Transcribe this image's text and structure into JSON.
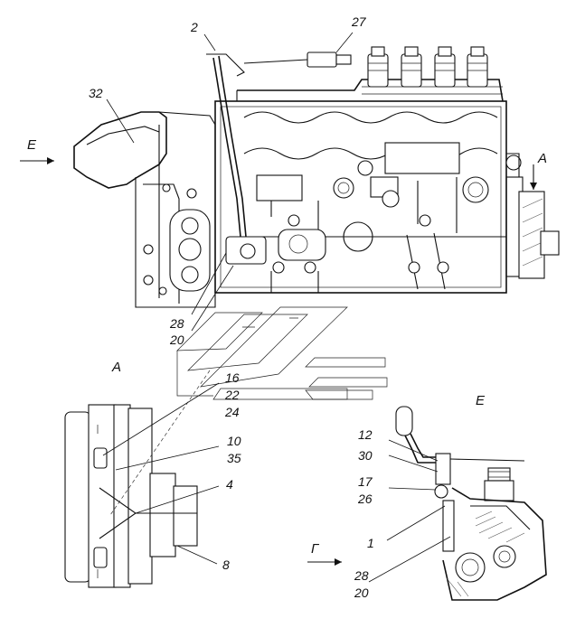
{
  "view_labels": {
    "view_e_arrow": "Е",
    "view_a_arrow": "А",
    "view_a_title": "А",
    "view_e_title": "Е",
    "view_g_arrow": "Г"
  },
  "callouts": {
    "c2": "2",
    "c27": "27",
    "c32": "32",
    "c28_top": "28",
    "c20_top": "20",
    "c16": "16",
    "c22": "22",
    "c24": "24",
    "c10": "10",
    "c35": "35",
    "c4": "4",
    "c8": "8",
    "c12": "12",
    "c30": "30",
    "c17": "17",
    "c26": "26",
    "c1": "1",
    "c28_bot": "28",
    "c20_bot": "20"
  }
}
